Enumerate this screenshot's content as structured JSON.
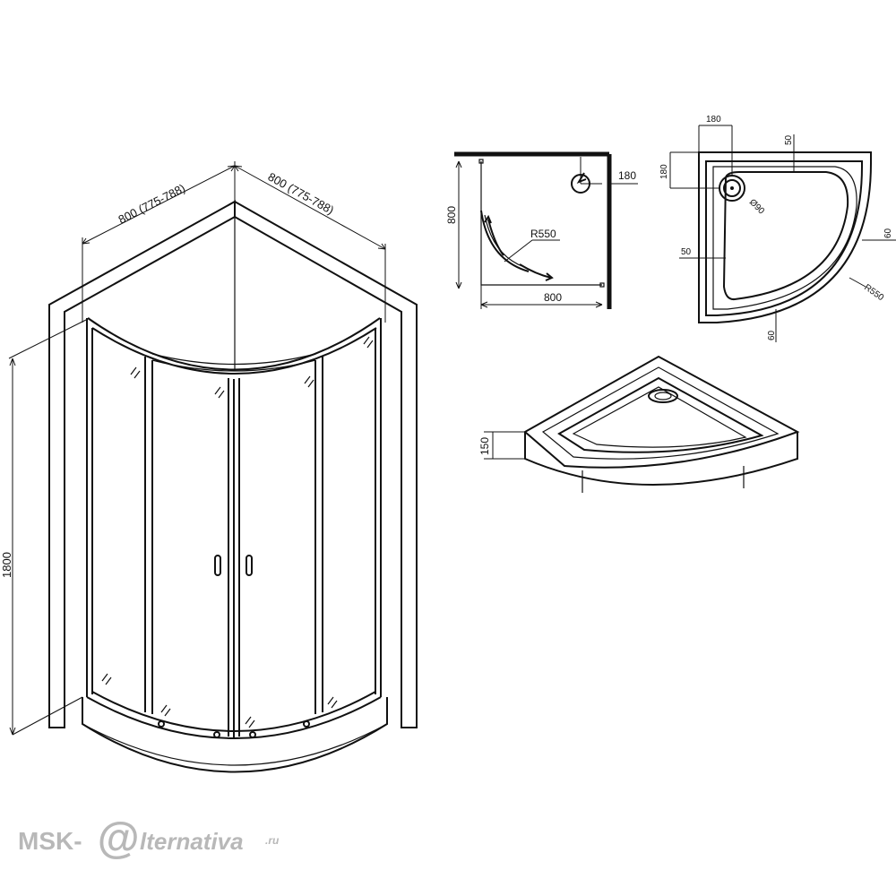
{
  "perspective": {
    "width_label": "800 (775-788)",
    "depth_label": "800 (775-788)",
    "height_label": "1800"
  },
  "plan": {
    "side_label": "800",
    "width_label": "800",
    "radius_label": "R550",
    "drain_offset_label": "180"
  },
  "tray_top": {
    "offset_top_label": "180",
    "offset_left_label": "180",
    "rim_top_label": "50",
    "rim_left_label": "50",
    "rim_right_label": "60",
    "rim_bottom_label": "60",
    "drain_label": "Ø90",
    "radius_label": "R550"
  },
  "tray_iso": {
    "height_label": "150"
  },
  "watermark": {
    "brand_prefix": "MSK-",
    "brand_at": "@",
    "brand_rest": "lternativa",
    "brand_tld": ".ru"
  },
  "colors": {
    "line": "#111111",
    "watermark": "#b8b8b8"
  }
}
